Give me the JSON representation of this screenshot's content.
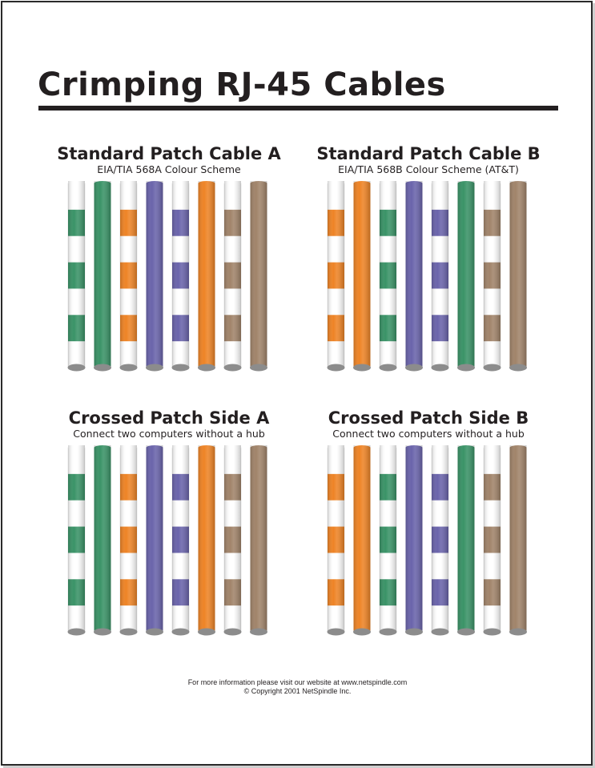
{
  "document": {
    "title": "Crimping RJ-45 Cables",
    "footer_line1": "For more information please visit our website at www.netspindle.com",
    "footer_line2": "© Copyright 2001 NetSpindle Inc."
  },
  "colors": {
    "green": "#3a9367",
    "orange": "#ee8426",
    "blue": "#6a64ab",
    "brown": "#a1846a",
    "white": "#ffffff",
    "cap": "#8c8c8c"
  },
  "panels": [
    {
      "title": "Standard Patch Cable A",
      "subtitle": "EIA/TIA 568A Colour Scheme",
      "wires": [
        {
          "color": "green",
          "striped": true
        },
        {
          "color": "green",
          "striped": false
        },
        {
          "color": "orange",
          "striped": true
        },
        {
          "color": "blue",
          "striped": false
        },
        {
          "color": "blue",
          "striped": true
        },
        {
          "color": "orange",
          "striped": false
        },
        {
          "color": "brown",
          "striped": true
        },
        {
          "color": "brown",
          "striped": false
        }
      ]
    },
    {
      "title": "Standard Patch Cable B",
      "subtitle": "EIA/TIA 568B Colour Scheme (AT&T)",
      "wires": [
        {
          "color": "orange",
          "striped": true
        },
        {
          "color": "orange",
          "striped": false
        },
        {
          "color": "green",
          "striped": true
        },
        {
          "color": "blue",
          "striped": false
        },
        {
          "color": "blue",
          "striped": true
        },
        {
          "color": "green",
          "striped": false
        },
        {
          "color": "brown",
          "striped": true
        },
        {
          "color": "brown",
          "striped": false
        }
      ]
    },
    {
      "title": "Crossed Patch Side A",
      "subtitle": "Connect two computers without a hub",
      "wires": [
        {
          "color": "green",
          "striped": true
        },
        {
          "color": "green",
          "striped": false
        },
        {
          "color": "orange",
          "striped": true
        },
        {
          "color": "blue",
          "striped": false
        },
        {
          "color": "blue",
          "striped": true
        },
        {
          "color": "orange",
          "striped": false
        },
        {
          "color": "brown",
          "striped": true
        },
        {
          "color": "brown",
          "striped": false
        }
      ]
    },
    {
      "title": "Crossed Patch Side B",
      "subtitle": "Connect two computers without a hub",
      "wires": [
        {
          "color": "orange",
          "striped": true
        },
        {
          "color": "orange",
          "striped": false
        },
        {
          "color": "green",
          "striped": true
        },
        {
          "color": "blue",
          "striped": false
        },
        {
          "color": "blue",
          "striped": true
        },
        {
          "color": "green",
          "striped": false
        },
        {
          "color": "brown",
          "striped": true
        },
        {
          "color": "brown",
          "striped": false
        }
      ]
    }
  ]
}
